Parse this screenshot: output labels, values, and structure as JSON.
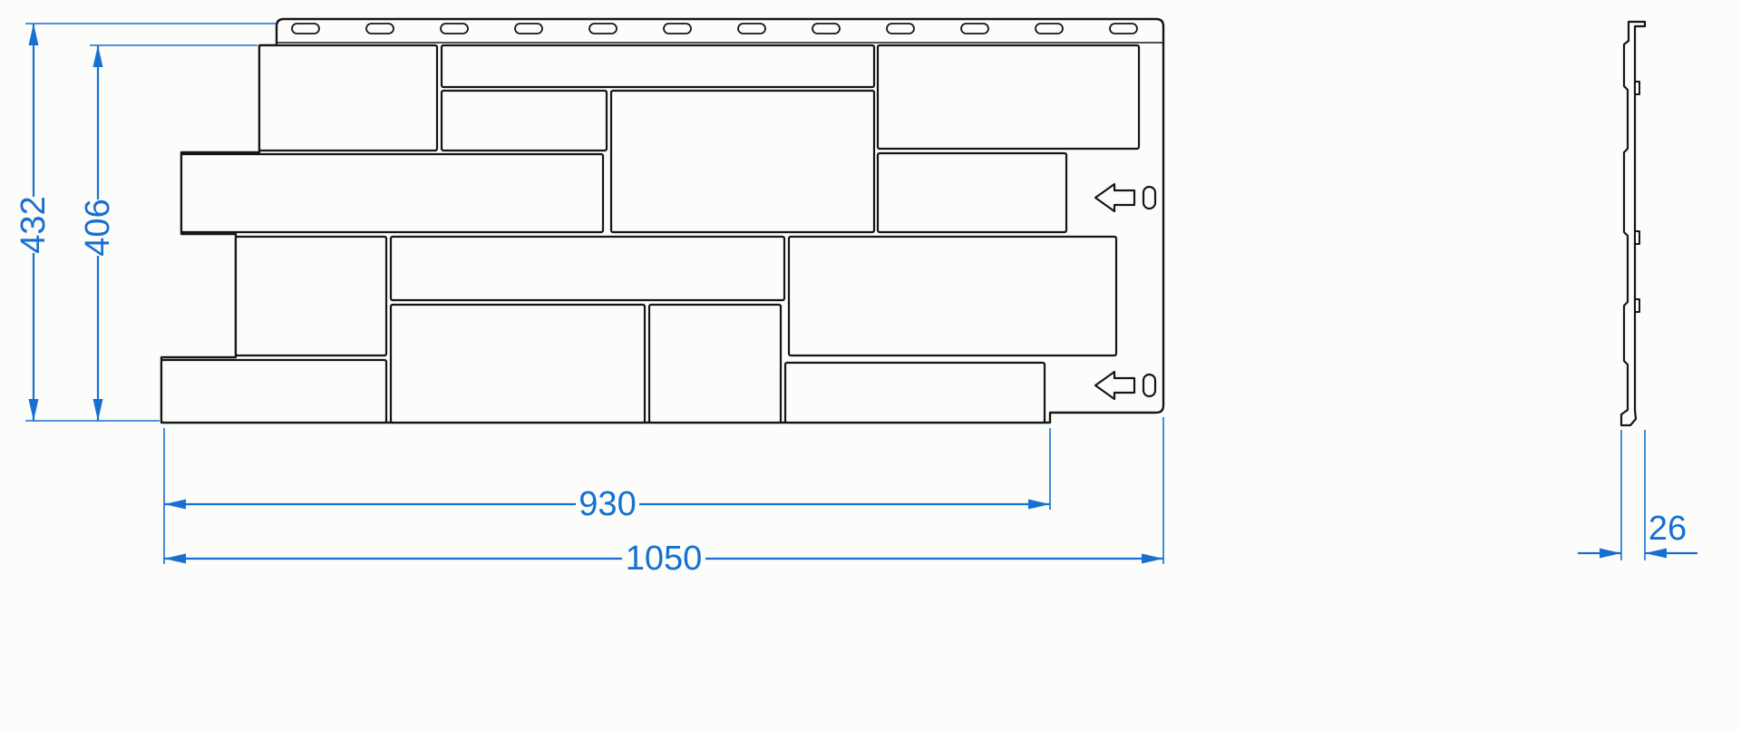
{
  "dimensions": {
    "overall_height": "432",
    "panel_height": "406",
    "panel_width": "930",
    "overall_width": "1050",
    "thickness": "26"
  },
  "front_view": {
    "nail_slot_count": 12,
    "stone_block_count": 14,
    "mounting_tab_count": 2
  },
  "colors": {
    "dimension_blue": "#1770d1",
    "line_black": "#161616",
    "background": "#fcfcfa"
  }
}
